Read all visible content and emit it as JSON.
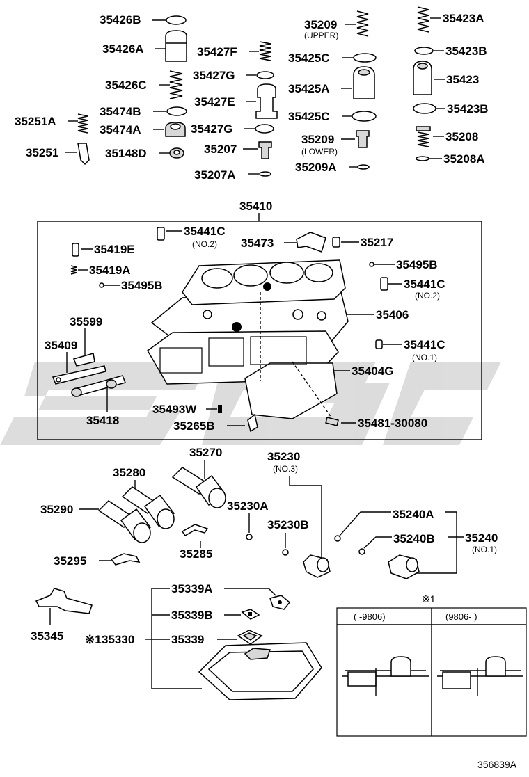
{
  "watermark": "SGC",
  "figure_code": "356839A",
  "callouts": {
    "p35426B": "35426B",
    "p35426A": "35426A",
    "p35426C": "35426C",
    "p35474B": "35474B",
    "p35474A": "35474A",
    "p35148D": "35148D",
    "p35251A": "35251A",
    "p35251": "35251",
    "p35427F": "35427F",
    "p35427G1": "35427G",
    "p35427E": "35427E",
    "p35427G2": "35427G",
    "p35207": "35207",
    "p35207A": "35207A",
    "p35209u": "35209",
    "p35425C1": "35425C",
    "p35425A": "35425A",
    "p35425C2": "35425C",
    "p35209l": "35209",
    "p35209A": "35209A",
    "p35423A": "35423A",
    "p35423B1": "35423B",
    "p35423": "35423",
    "p35423B2": "35423B",
    "p35208": "35208",
    "p35208A": "35208A",
    "p35410": "35410",
    "p35441C1": "35441C",
    "p35473": "35473",
    "p35217": "35217",
    "p35419E": "35419E",
    "p35419A": "35419A",
    "p35495B1": "35495B",
    "p35495B2": "35495B",
    "p35441C2": "35441C",
    "p35406": "35406",
    "p35599": "35599",
    "p35409": "35409",
    "p35441C3": "35441C",
    "p35404G": "35404G",
    "p35418": "35418",
    "p35493W": "35493W",
    "p35265B": "35265B",
    "p35481": "35481-30080",
    "p35270": "35270",
    "p35280": "35280",
    "p35290": "35290",
    "p35230": "35230",
    "p35230A": "35230A",
    "p35230B": "35230B",
    "p35240A": "35240A",
    "p35240B": "35240B",
    "p35240": "35240",
    "p35285": "35285",
    "p35295": "35295",
    "p35345": "35345",
    "p35339A": "35339A",
    "p35339B": "35339B",
    "p35339": "35339",
    "p35330": "35330",
    "mark35330": "※1"
  },
  "notes": {
    "upper": "(UPPER)",
    "lower": "(LOWER)",
    "no2a": "(NO.2)",
    "no2b": "(NO.2)",
    "no1a": "(NO.1)",
    "no3": "(NO.3)",
    "no1b": "(NO.1)"
  },
  "inset": {
    "mark": "※1",
    "col1": "(     -9806)",
    "col2": "(9806-     )"
  }
}
